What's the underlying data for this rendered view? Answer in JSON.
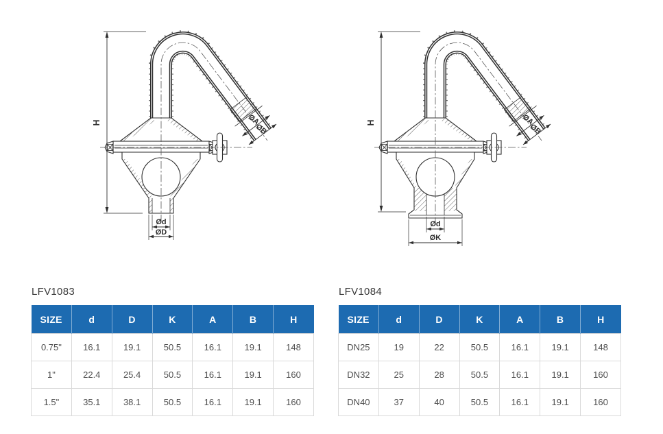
{
  "drawings": [
    {
      "dim_labels": {
        "h": "H",
        "a": "ØA",
        "b": "ØB",
        "d_inner": "Ød",
        "d_outer": "ØD"
      }
    },
    {
      "dim_labels": {
        "h": "H",
        "a": "ØA",
        "b": "ØB",
        "d_inner": "Ød",
        "k_outer": "ØK"
      }
    }
  ],
  "tables": [
    {
      "title": "LFV1083",
      "columns": [
        "SIZE",
        "d",
        "D",
        "K",
        "A",
        "B",
        "H"
      ],
      "rows": [
        [
          "0.75\"",
          "16.1",
          "19.1",
          "50.5",
          "16.1",
          "19.1",
          "148"
        ],
        [
          "1\"",
          "22.4",
          "25.4",
          "50.5",
          "16.1",
          "19.1",
          "160"
        ],
        [
          "1.5\"",
          "35.1",
          "38.1",
          "50.5",
          "16.1",
          "19.1",
          "160"
        ]
      ]
    },
    {
      "title": "LFV1084",
      "columns": [
        "SIZE",
        "d",
        "D",
        "K",
        "A",
        "B",
        "H"
      ],
      "rows": [
        [
          "DN25",
          "19",
          "22",
          "50.5",
          "16.1",
          "19.1",
          "148"
        ],
        [
          "DN32",
          "25",
          "28",
          "50.5",
          "16.1",
          "19.1",
          "160"
        ],
        [
          "DN40",
          "37",
          "40",
          "50.5",
          "16.1",
          "19.1",
          "160"
        ]
      ]
    }
  ],
  "colors": {
    "table_header_bg": "#1d6bb1",
    "table_header_text": "#ffffff",
    "table_border": "#d9d9d9",
    "drawing_line": "#2f2f2f"
  }
}
